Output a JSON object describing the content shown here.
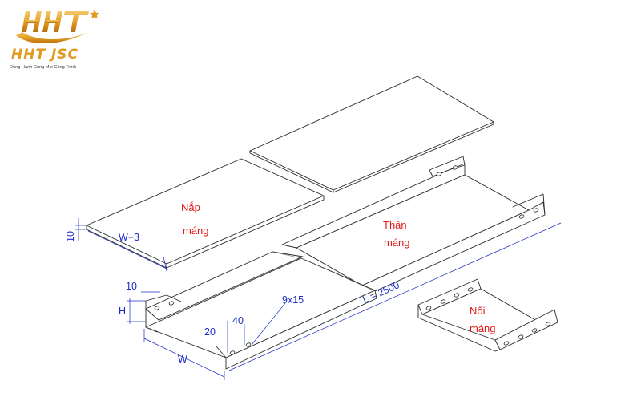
{
  "logo": {
    "mark": "HHT",
    "company": "HHT JSC",
    "tagline": "Đồng Hành Cùng Mọi Công Trình",
    "brand_color": "#e19a22",
    "star_icon": "star-icon"
  },
  "parts": {
    "cover_label_line1": "Nắp",
    "cover_label_line2": "máng",
    "body_label_line1": "Thân",
    "body_label_line2": "máng",
    "joint_label_line1": "Nối",
    "joint_label_line2": "máng"
  },
  "dimensions": {
    "cover_height": "10",
    "cover_width": "W+3",
    "flange": "10",
    "height": "H",
    "width": "W",
    "hole_offset": "20",
    "hole_pitch": "40",
    "slot": "9x15",
    "length": "L = 2500"
  },
  "colors": {
    "label_red": "#e01a1a",
    "dimension_blue": "#1a2cc7",
    "line": "#2b2b2b"
  }
}
